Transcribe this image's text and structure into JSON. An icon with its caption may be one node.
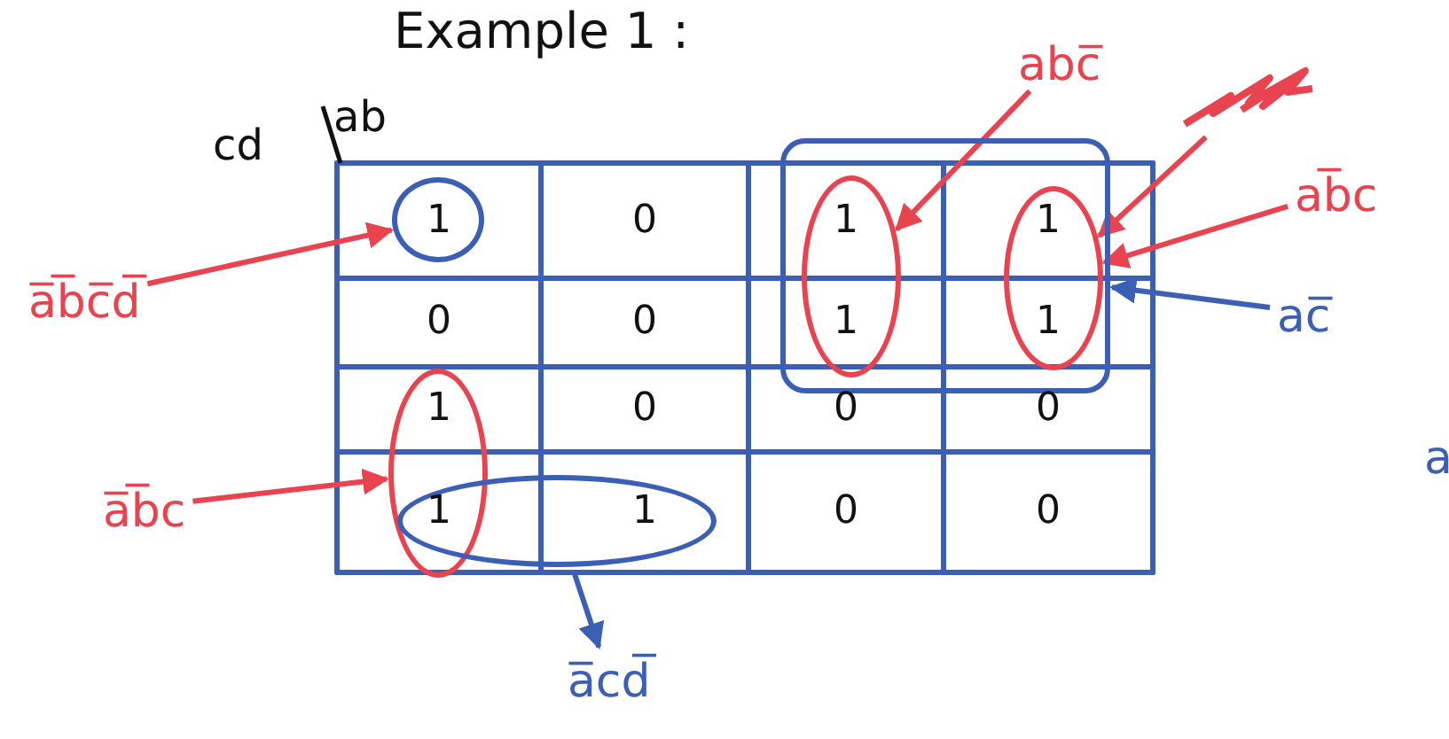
{
  "diagram": {
    "title": "Example 1 :",
    "nodes": [
      {
        "text": [],
        "shape": "circle"
      },
      {
        "text": [
          "abc̅"
        ]
      },
      {
        "text": [],
        "shape": "scribble"
      },
      {
        "text": [],
        "shape": "box"
      },
      {
        "text": [],
        "shape": "ellipse",
        "in": 3
      },
      {
        "text": [],
        "shape": "ellipse",
        "in": 3
      },
      {
        "text": [
          "ab̅c"
        ]
      },
      {
        "text": [
          "a̅b̅c̅d̅"
        ]
      },
      {
        "text": [
          "ac̅"
        ]
      },
      {
        "text": [],
        "shape": "ellipse"
      },
      {
        "text": [],
        "shape": "ellipse"
      },
      {
        "text": [
          "a̅b̅c"
        ]
      },
      {
        "text": [
          "a̅cd̅"
        ]
      }
    ],
    "edges": [
      {
        "from": 7,
        "to": 0,
        "arrow": "to"
      },
      {
        "from": 1,
        "to": 4,
        "arrow": "to"
      },
      {
        "from": 2,
        "to": 5,
        "arrow": "to"
      },
      {
        "from": 6,
        "to": 5,
        "arrow": "to"
      },
      {
        "from": 8,
        "to": 3,
        "arrow": "to",
        "color": "#3a5fb5"
      },
      {
        "from": 11,
        "to": 9,
        "arrow": "to"
      },
      {
        "from": 10,
        "to": 12,
        "arrow": "to",
        "color": "#3a5fb5"
      }
    ],
    "labels": [
      "cd",
      "ab",
      "1",
      "0",
      "1",
      "1",
      "0",
      "0",
      "1",
      "1",
      "1",
      "0",
      "0",
      "0",
      "1",
      "1",
      "0",
      "0",
      "a"
    ]
  }
}
